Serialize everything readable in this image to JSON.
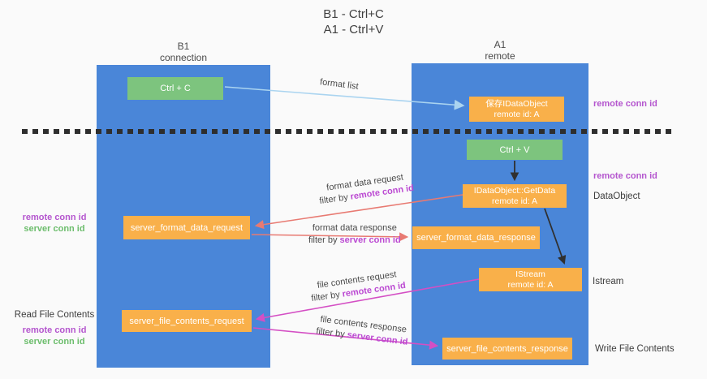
{
  "title": {
    "line1": "B1 - Ctrl+C",
    "line2": "A1 - Ctrl+V"
  },
  "columns": {
    "b1": {
      "name": "B1",
      "role": "connection"
    },
    "a1": {
      "name": "A1",
      "role": "remote"
    }
  },
  "nodes": {
    "ctrl_c": {
      "label": "Ctrl + C"
    },
    "saved_dataobject": {
      "line1": "保存IDataObject",
      "line2": "remote id: A"
    },
    "ctrl_v": {
      "label": "Ctrl + V"
    },
    "getdata": {
      "line1": "IDataObject::GetData",
      "line2": "remote id: A"
    },
    "istream": {
      "line1": "IStream",
      "line2": "remote id: A"
    },
    "format_request": {
      "label": "server_format_data_request"
    },
    "format_response": {
      "label": "server_format_data_response"
    },
    "file_request": {
      "label": "server_file_contents_request"
    },
    "file_response": {
      "label": "server_file_contents_response"
    }
  },
  "arrow_labels": {
    "format_list": {
      "text": "format list"
    },
    "format_data_request": {
      "line1": "format data request",
      "filter_prefix": "filter by",
      "filter_keyword": "remote conn id"
    },
    "format_data_response": {
      "line1": "format data response",
      "filter_prefix": "filter by",
      "filter_keyword": "server conn id"
    },
    "file_contents_request": {
      "line1": "file contents request",
      "filter_prefix": "filter by",
      "filter_keyword": "remote conn id"
    },
    "file_contents_response": {
      "line1": "file contents response",
      "filter_prefix": "filter by",
      "filter_keyword": "server conn id"
    }
  },
  "side_labels": {
    "right_remote_conn_top": "remote conn id",
    "right_remote_conn_mid": "remote conn id",
    "dataobject": "DataObject",
    "istream_out": "Istream",
    "write_file": "Write File Contents",
    "read_file": "Read File Contents",
    "left_format": {
      "remote": "remote conn id",
      "server": "server conn id"
    },
    "left_file": {
      "remote": "remote conn id",
      "server": "server conn id"
    }
  },
  "colors": {
    "background": "#fafafa",
    "column_blue": "#4a86d8",
    "box_green": "#7dc47e",
    "box_orange": "#f9b04a",
    "purple_label": "#b455ce",
    "green_label": "#6cbd6c",
    "arrow_lightblue": "#aad4f0",
    "arrow_salmon": "#e87a72",
    "arrow_magenta": "#d44fc4",
    "arrow_black": "#303030",
    "dash_line": "#2e2e2e",
    "text_dark": "#3f3f3f"
  }
}
